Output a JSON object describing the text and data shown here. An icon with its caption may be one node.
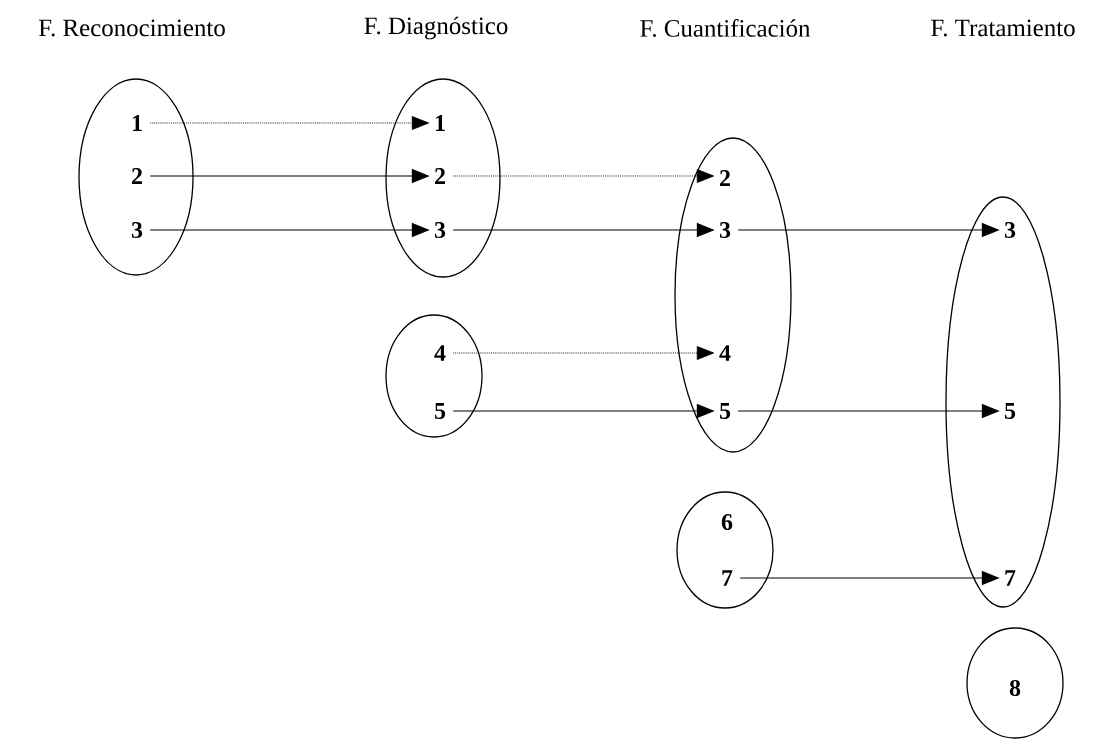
{
  "diagram": {
    "nodes": [
      {
        "text": [],
        "shape": "ellipse"
      },
      {
        "text": [
          "1"
        ],
        "in": 0
      },
      {
        "text": [
          "2"
        ],
        "in": 0
      },
      {
        "text": [
          "3"
        ],
        "in": 0
      },
      {
        "text": [],
        "shape": "ellipse"
      },
      {
        "text": [
          "1"
        ],
        "in": 4
      },
      {
        "text": [
          "2"
        ],
        "in": 4
      },
      {
        "text": [
          "3"
        ],
        "in": 4
      },
      {
        "text": [],
        "shape": "ellipse"
      },
      {
        "text": [
          "4"
        ],
        "in": 8
      },
      {
        "text": [
          "5"
        ],
        "in": 8
      },
      {
        "text": [],
        "shape": "ellipse"
      },
      {
        "text": [
          "2"
        ],
        "in": 11
      },
      {
        "text": [
          "3"
        ],
        "in": 11
      },
      {
        "text": [
          "4"
        ],
        "in": 11
      },
      {
        "text": [
          "5"
        ],
        "in": 11
      },
      {
        "text": [],
        "shape": "ellipse"
      },
      {
        "text": [
          "6"
        ],
        "in": 16
      },
      {
        "text": [
          "7"
        ],
        "in": 16
      },
      {
        "text": [],
        "shape": "ellipse"
      },
      {
        "text": [
          "3"
        ],
        "in": 19
      },
      {
        "text": [
          "5"
        ],
        "in": 19
      },
      {
        "text": [
          "7"
        ],
        "in": 19
      },
      {
        "text": [],
        "shape": "ellipse"
      },
      {
        "text": [
          "8"
        ],
        "in": 23
      }
    ],
    "edges": [
      {
        "from": 1,
        "to": 5,
        "arrow": "to",
        "style": "dashed"
      },
      {
        "from": 2,
        "to": 6,
        "arrow": "to"
      },
      {
        "from": 3,
        "to": 7,
        "arrow": "to"
      },
      {
        "from": 6,
        "to": 12,
        "arrow": "to",
        "style": "dashed"
      },
      {
        "from": 7,
        "to": 13,
        "arrow": "to"
      },
      {
        "from": 9,
        "to": 14,
        "arrow": "to",
        "style": "dashed"
      },
      {
        "from": 10,
        "to": 15,
        "arrow": "to"
      },
      {
        "from": 13,
        "to": 20,
        "arrow": "to"
      },
      {
        "from": 15,
        "to": 21,
        "arrow": "to"
      },
      {
        "from": 18,
        "to": 22,
        "arrow": "to"
      }
    ],
    "labels": [
      "F. Reconocimiento",
      "F. Diagnóstico",
      "F. Cuantificación",
      "F. Tratamiento"
    ]
  }
}
